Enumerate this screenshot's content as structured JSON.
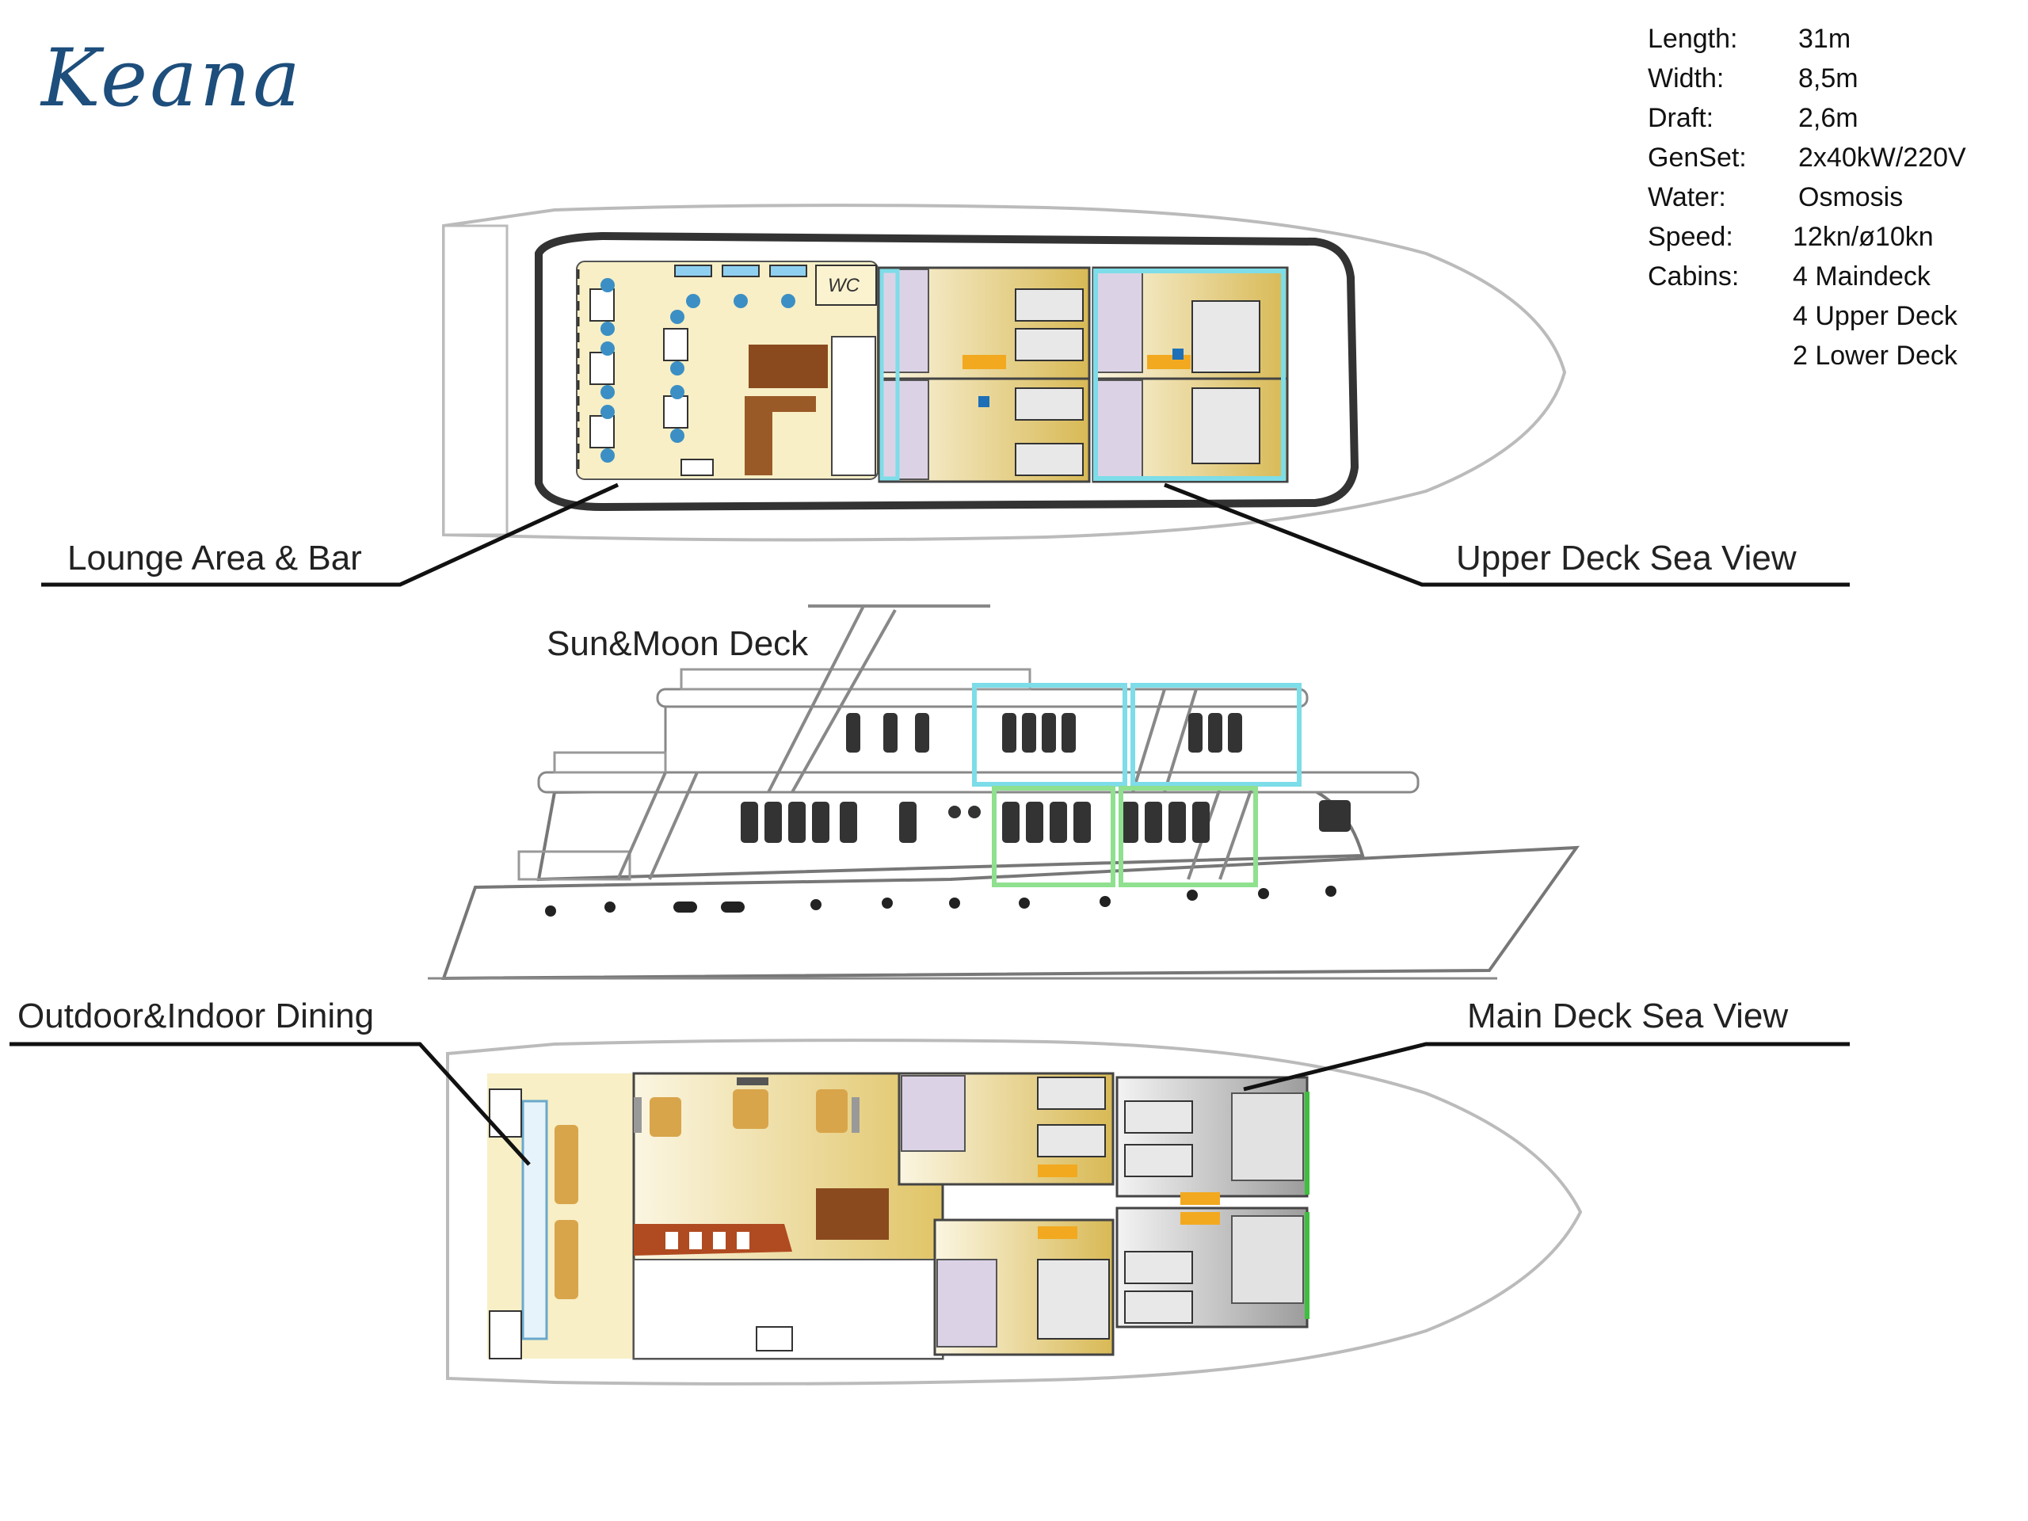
{
  "title": "Keana",
  "specs": [
    {
      "label": "Length:",
      "value": "31m"
    },
    {
      "label": "Width:",
      "value": "8,5m"
    },
    {
      "label": "Draft:",
      "value": "2,6m"
    },
    {
      "label": "GenSet:",
      "value": "2x40kW/220V"
    },
    {
      "label": "Water:",
      "value": "Osmosis"
    },
    {
      "label": "Speed:",
      "value": "12kn/ø10kn"
    },
    {
      "label": "Cabins:",
      "value": "4 Maindeck"
    },
    {
      "label": "",
      "value": "4 Upper Deck"
    },
    {
      "label": "",
      "value": "2 Lower Deck"
    }
  ],
  "labels": {
    "lounge": "Lounge Area & Bar",
    "upper_sea_view": "Upper Deck Sea View",
    "sun_moon": "Sun&Moon Deck",
    "dining": "Outdoor&Indoor Dining",
    "main_sea_view": "Main Deck Sea View"
  },
  "wc_label": "WC",
  "colors": {
    "title": "#1d4e7c",
    "cabin_floor": "#e6cf7a",
    "lounge_floor": "#f8efc6",
    "bathroom": "#dcd2e6",
    "stairs": "#8a4a1e",
    "upper_highlight": "#7ddde8",
    "main_highlight": "#8fe08f"
  }
}
